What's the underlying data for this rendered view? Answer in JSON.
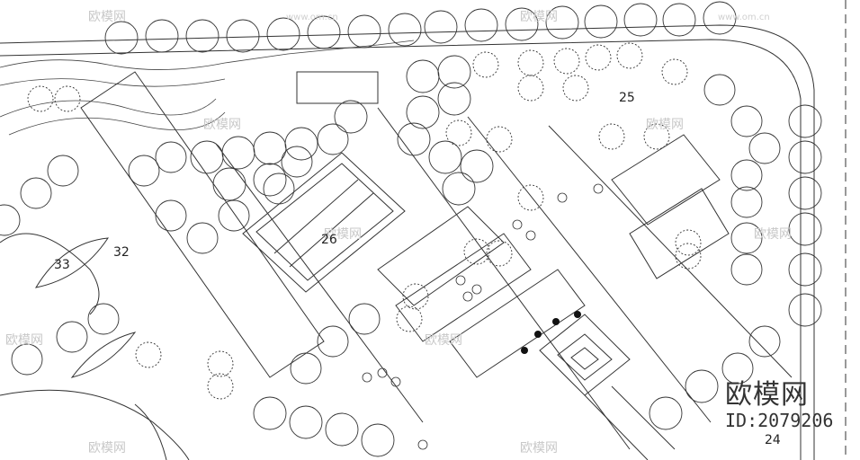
{
  "plan_labels": {
    "court": "26",
    "garden_corner": "25",
    "west_lawn": "32",
    "leaf_bed": "33",
    "se_block": "24"
  },
  "watermark": {
    "brand": "欧模网",
    "id": "ID:2079206",
    "tile_text": "欧模网",
    "tile_url": "www.om.cn"
  },
  "colors": {
    "ink": "#222222",
    "watermark": "#c8c8c8",
    "background": "#ffffff"
  }
}
